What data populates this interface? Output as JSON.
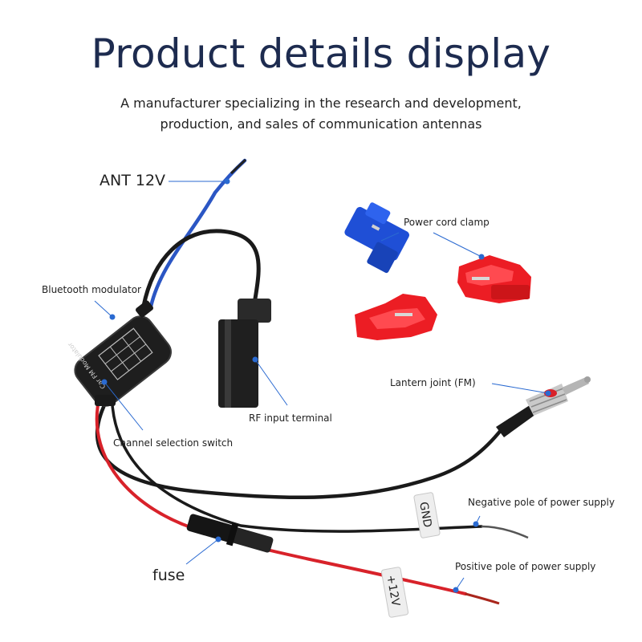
{
  "title": "Product details display",
  "subtitle": {
    "line1": "A manufacturer specializing in the research and development,",
    "line2": "production, and sales of communication antennas"
  },
  "labels": {
    "ant": "ANT 12V",
    "bluetooth": "Bluetooth modulator",
    "channel": "Channel selection switch",
    "rf": "RF input terminal",
    "clamp": "Power cord clamp",
    "lantern": "Lantern joint (FM)",
    "negative": "Negative pole of power supply",
    "positive": "Positive pole of power supply",
    "fuse": "fuse"
  },
  "product_markings": {
    "module": "Car FM Modulator",
    "gnd_tag": "GND",
    "pos_tag": "+12V"
  },
  "colors": {
    "title": "#1d2b4f",
    "leader": "#2a6ad1",
    "wire_black": "#1a1a1a",
    "wire_red": "#d8222a",
    "wire_blue": "#2b56c4",
    "clamp_blue": "#1f4fd6",
    "clamp_red": "#ec1d24"
  }
}
